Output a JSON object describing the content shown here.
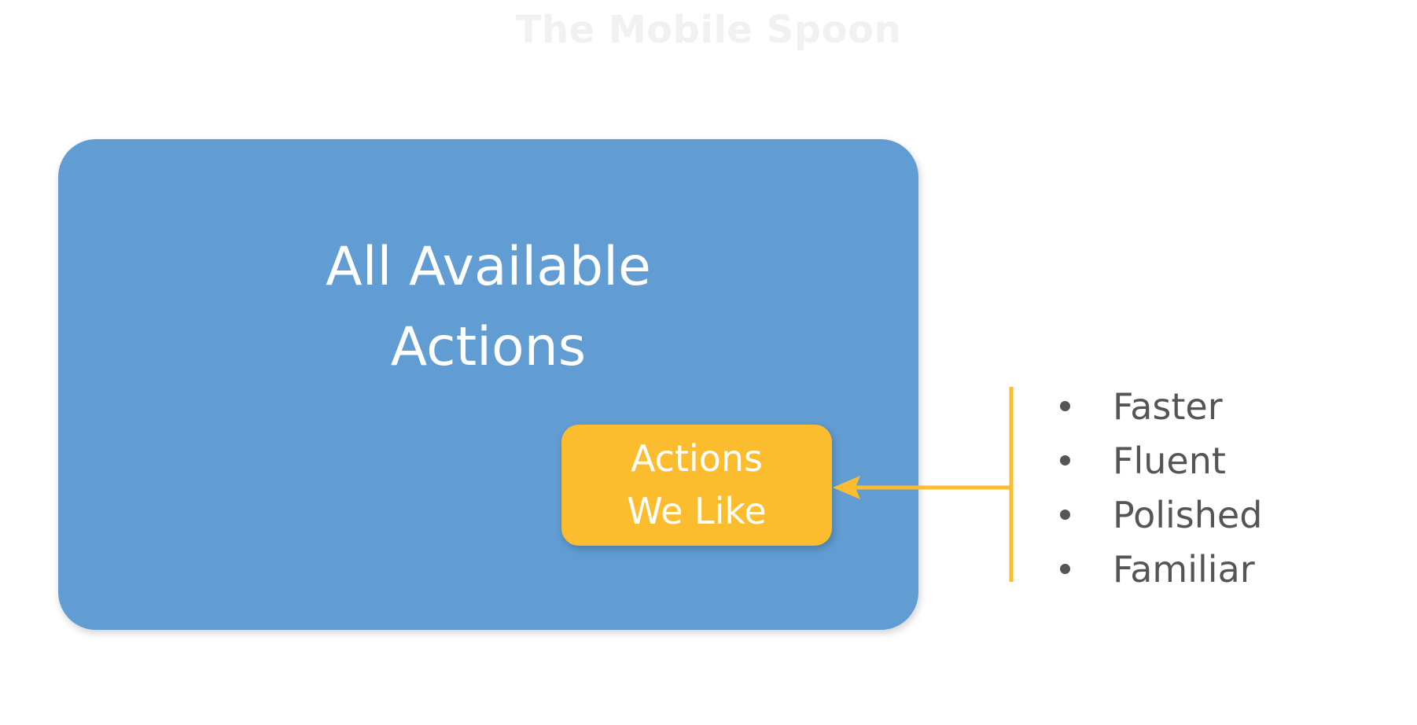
{
  "watermark": {
    "text": "The Mobile Spoon"
  },
  "outer_box": {
    "label_line1": "All Available",
    "label_line2": "Actions",
    "color": "#619dd3"
  },
  "inner_box": {
    "label_line1": "Actions",
    "label_line2": "We Like",
    "color": "#fbbd2d"
  },
  "connector": {
    "color": "#fbbd2d"
  },
  "qualities": {
    "items": [
      "Faster",
      "Fluent",
      "Polished",
      "Familiar"
    ],
    "text_color": "#555555"
  }
}
